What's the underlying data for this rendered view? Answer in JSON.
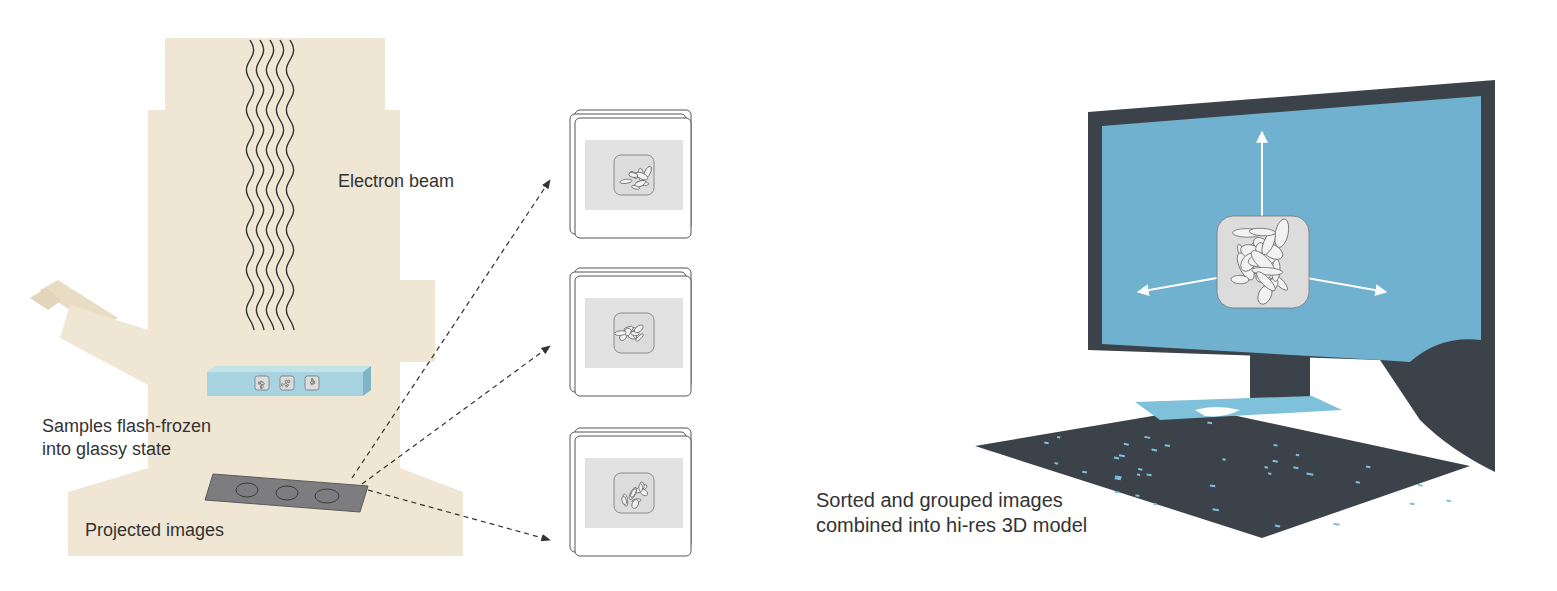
{
  "diagram": {
    "labels": [
      "Electron beam",
      "Samples flash-frozen into glassy state",
      "Projected images",
      "Sorted and grouped images combined into hi-res 3D model"
    ]
  }
}
